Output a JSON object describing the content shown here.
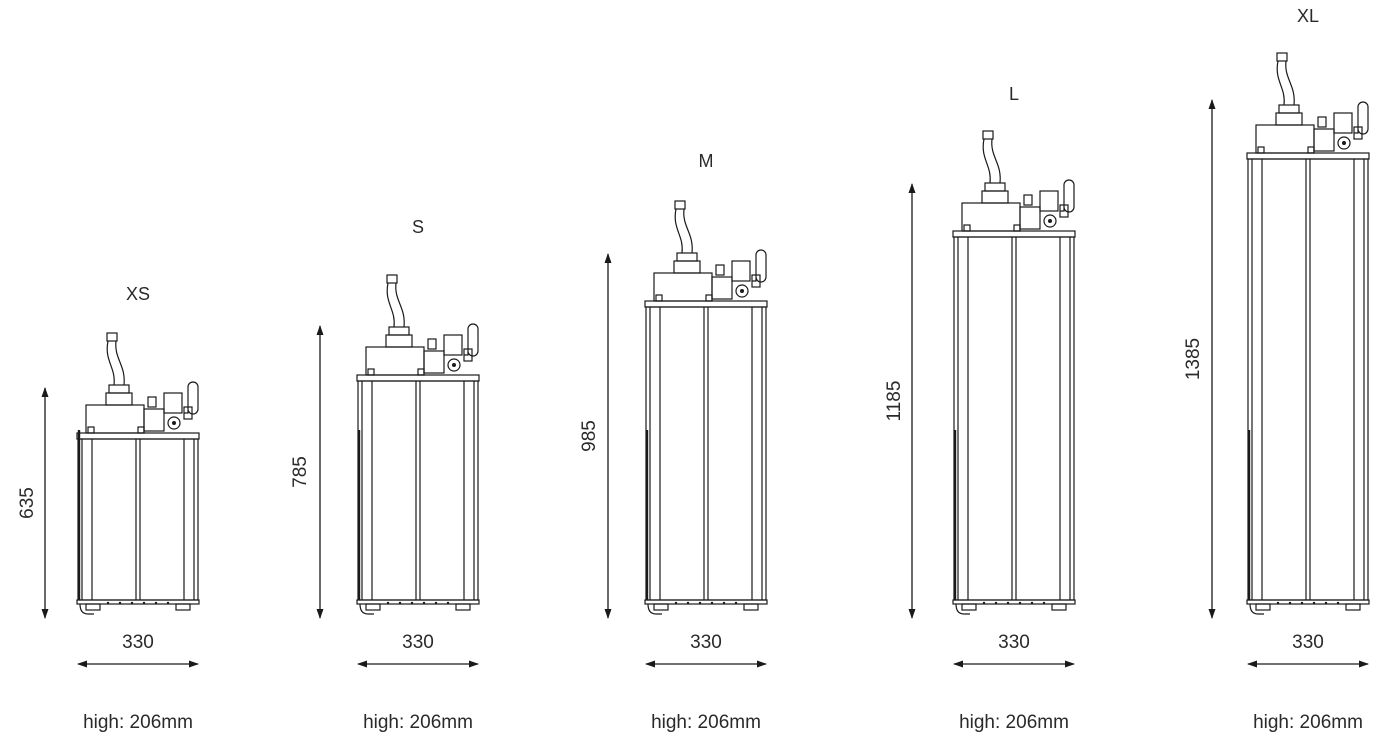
{
  "units": [
    {
      "size": "XS",
      "height_mm": "635",
      "width_mm": "330",
      "depth_text": "high: 206mm"
    },
    {
      "size": "S",
      "height_mm": "785",
      "width_mm": "330",
      "depth_text": "high: 206mm"
    },
    {
      "size": "M",
      "height_mm": "985",
      "width_mm": "330",
      "depth_text": "high: 206mm"
    },
    {
      "size": "L",
      "height_mm": "1185",
      "width_mm": "330",
      "depth_text": "high: 206mm"
    },
    {
      "size": "XL",
      "height_mm": "1385",
      "width_mm": "330",
      "depth_text": "high: 206mm"
    }
  ],
  "colors": {
    "line": "#1a1a1a",
    "text": "#2a2a2a",
    "background": "#ffffff"
  }
}
